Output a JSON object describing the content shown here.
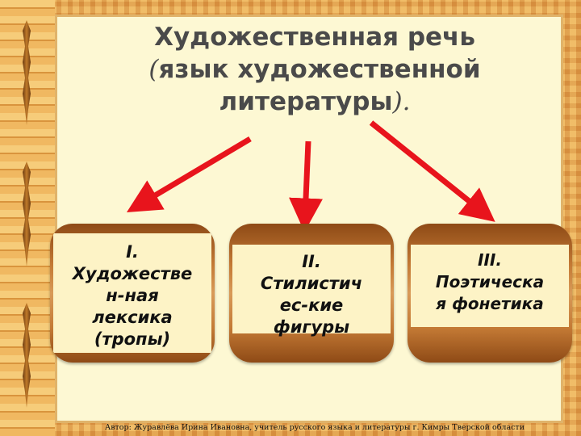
{
  "title": {
    "line1": "Художественная речь",
    "paren_open": "(",
    "line2": "язык художественной",
    "line3": "литературы",
    "paren_close": ")."
  },
  "boxes": [
    {
      "lines": [
        "I.",
        "Художестве",
        "н-ная",
        "лексика",
        "(тропы)"
      ]
    },
    {
      "lines": [
        "II.",
        "Стилистич",
        "ес-кие",
        "фигуры"
      ]
    },
    {
      "lines": [
        "III.",
        "Поэтическа",
        "я фонетика"
      ]
    }
  ],
  "footer": "Автор: Журавлёва Ирина Ивановна, учитель русского языка и литературы  г. Кимры Тверской области",
  "colors": {
    "arrow": "#e8141c",
    "title_text": "#4a4a4a",
    "panel": "#fdf3c6",
    "frame": "#e9a64e"
  }
}
